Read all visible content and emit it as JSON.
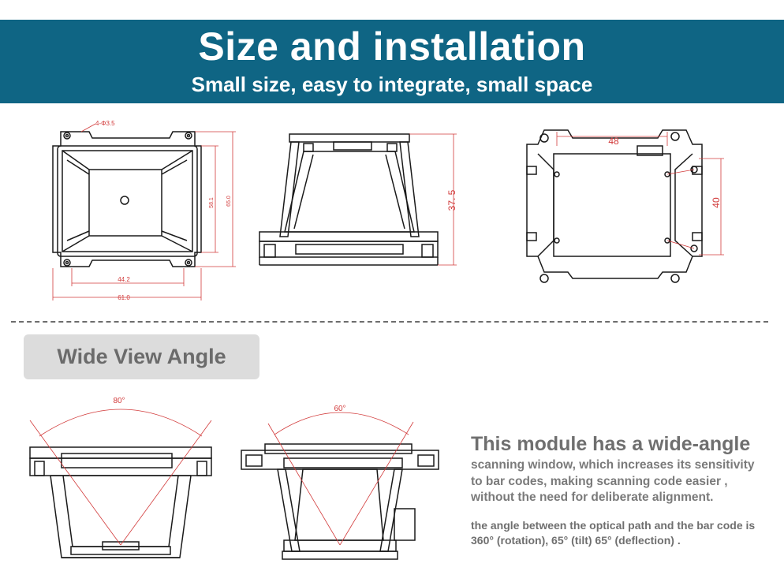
{
  "header": {
    "title": "Size and installation",
    "subtitle": "Small size, easy to integrate, small space"
  },
  "drawings": {
    "front": {
      "holes": "4-Φ3.5",
      "height_inner": "58.1",
      "height_outer": "65.0",
      "width_inner": "44.2",
      "width_outer": "61.0"
    },
    "side": {
      "height": "37. 5"
    },
    "back": {
      "width": "48",
      "height": "40"
    }
  },
  "section": {
    "label": "Wide View Angle"
  },
  "angles": {
    "left": "80°",
    "right": "60°"
  },
  "description": {
    "heading": "This module has a wide-angle",
    "lines": [
      "scanning window, which increases its sensitivity",
      "to bar codes, making  scanning code easier  ,",
      "without the need for deliberate alignment."
    ],
    "note_lines": [
      "the angle between the optical path and the bar code is",
      "360°  (rotation), 65°  (tilt) 65°    (deflection)  ."
    ]
  },
  "colors": {
    "banner": "#0f6584",
    "dimension": "#d23b3b",
    "line_art": "#1a1a1a"
  }
}
